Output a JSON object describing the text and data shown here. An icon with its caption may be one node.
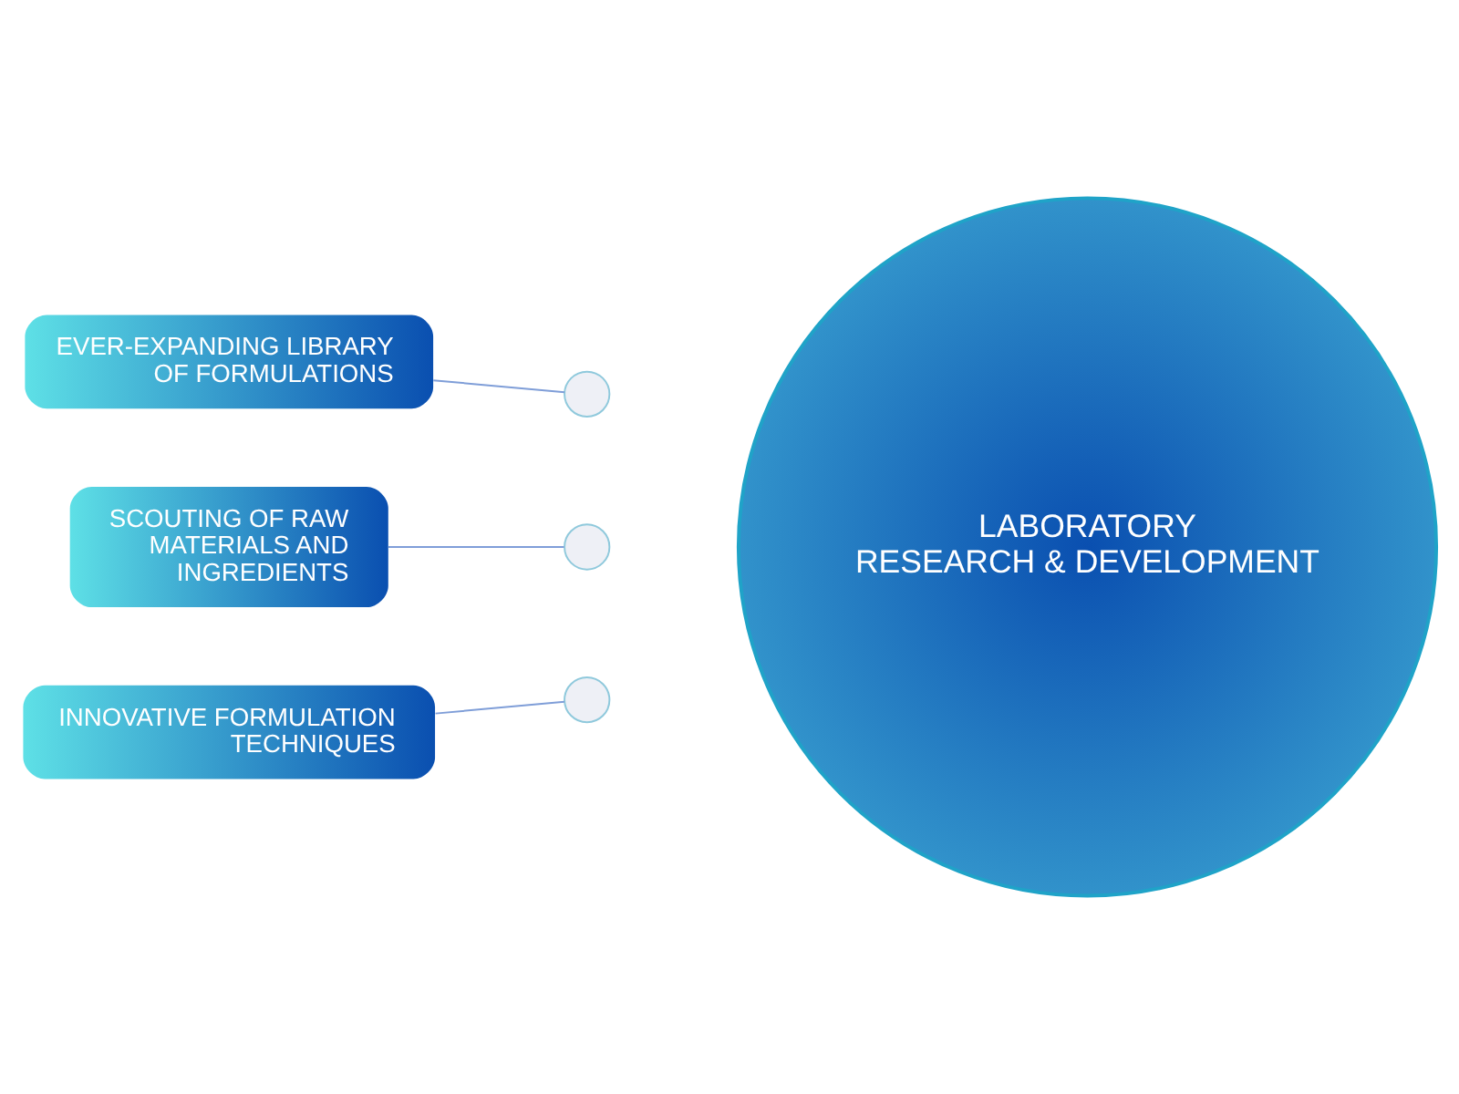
{
  "diagram": {
    "nodes": [
      {
        "text": [
          "EVER-EXPANDING LIBRARY OF FORMULATIONS"
        ]
      },
      {
        "text": [
          "SCOUTING OF RAW MATERIALS AND INGREDIENTS"
        ]
      },
      {
        "text": [
          "INNOVATIVE FORMULATION TECHNIQUES"
        ]
      },
      {
        "text": [],
        "shape": "circle"
      },
      {
        "text": [],
        "shape": "circle"
      },
      {
        "text": [],
        "shape": "circle"
      },
      {
        "text": [
          "LABORATORY",
          "RESEARCH & DEVELOPMENT"
        ]
      }
    ],
    "edges": [
      {
        "from": 0,
        "to": 3,
        "arrow": "none"
      },
      {
        "from": 1,
        "to": 4,
        "arrow": "none"
      },
      {
        "from": 2,
        "to": 5,
        "arrow": "none"
      }
    ]
  }
}
